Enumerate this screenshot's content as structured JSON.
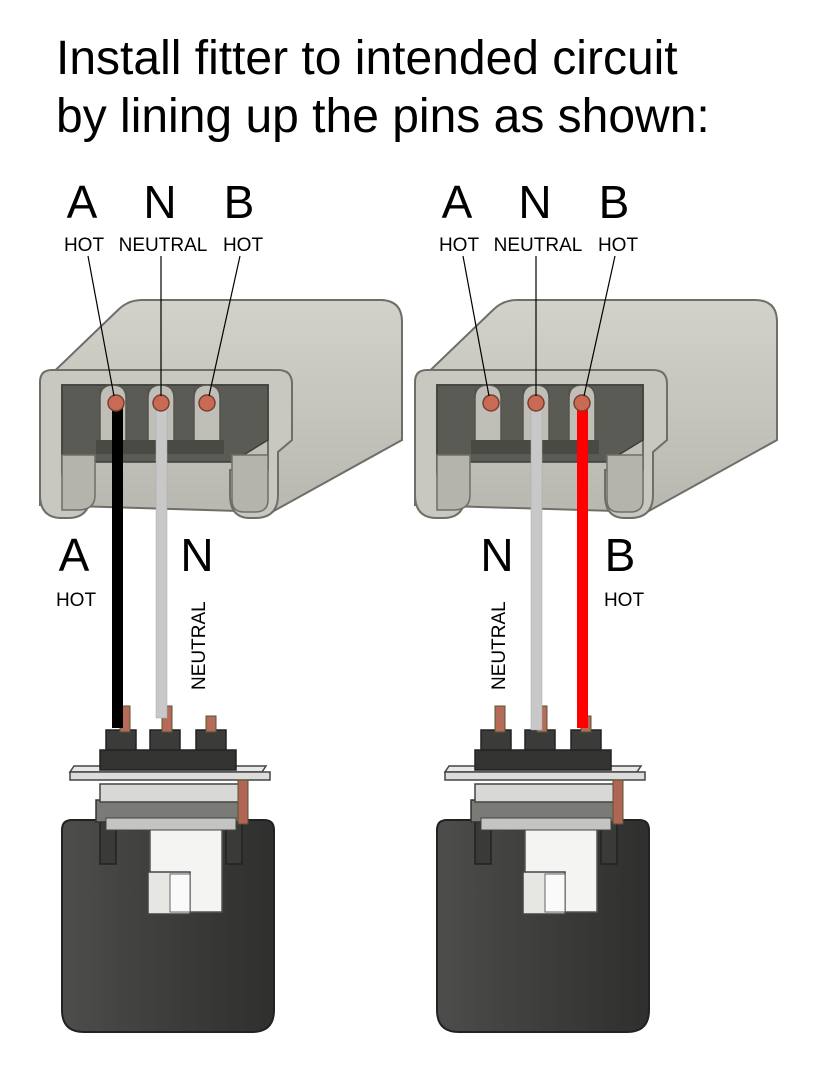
{
  "title": {
    "line1": "Install fitter to intended circuit",
    "line2": "by lining up the pins as shown:"
  },
  "colors": {
    "track": "#c4c3bb",
    "track_edge": "#6f6e68",
    "track_inner": "#55554f",
    "pin": "#c96a55",
    "fitter_body": "#434341",
    "wire_hot_a": "#000000",
    "wire_neutral": "#c8c8c8",
    "wire_hot_b": "#ff0000"
  },
  "diagrams": [
    {
      "top_labels": [
        {
          "letter": "A",
          "desc": "HOT"
        },
        {
          "letter": "N",
          "desc": "NEUTRAL"
        },
        {
          "letter": "B",
          "desc": "HOT"
        }
      ],
      "wire_labels": [
        {
          "letter": "A",
          "desc": "HOT"
        },
        {
          "letter": "N",
          "desc": "NEUTRAL"
        }
      ]
    },
    {
      "top_labels": [
        {
          "letter": "A",
          "desc": "HOT"
        },
        {
          "letter": "N",
          "desc": "NEUTRAL"
        },
        {
          "letter": "B",
          "desc": "HOT"
        }
      ],
      "wire_labels": [
        {
          "letter": "N",
          "desc": "NEUTRAL"
        },
        {
          "letter": "B",
          "desc": "HOT"
        }
      ]
    }
  ]
}
